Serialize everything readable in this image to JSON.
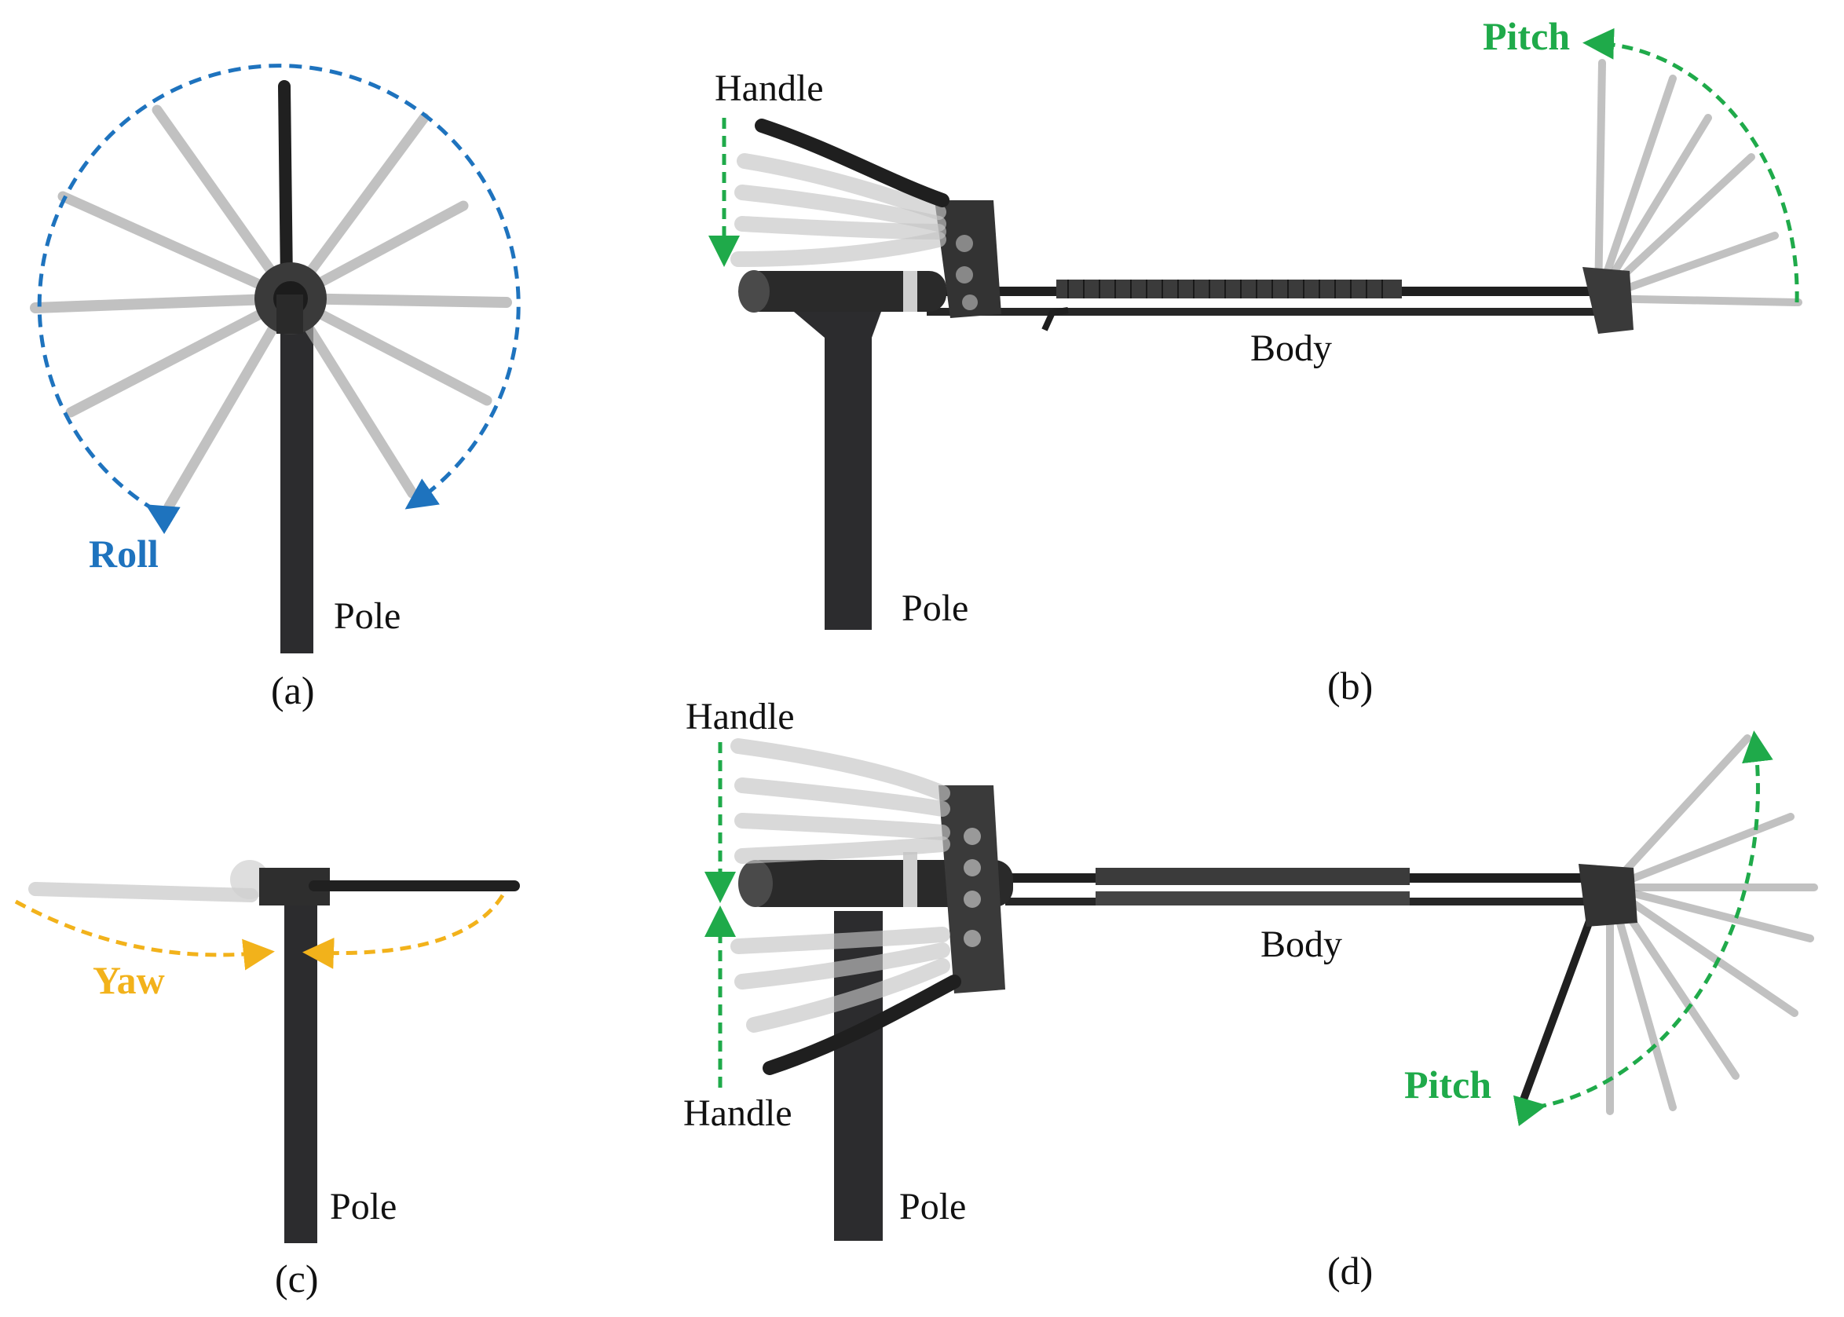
{
  "colors": {
    "roll": "#1E73BE",
    "pitch": "#1FAA4A",
    "yaw": "#F2B21B",
    "dark_metal": "#222222",
    "ghost_metal": "#A8A8A8"
  },
  "panels": {
    "a": {
      "caption": "(a)",
      "pole_label": "Pole",
      "motion_label": "Roll"
    },
    "b": {
      "caption": "(b)",
      "handle_label": "Handle",
      "body_label": "Body",
      "pole_label": "Pole",
      "motion_label": "Pitch"
    },
    "c": {
      "caption": "(c)",
      "pole_label": "Pole",
      "motion_label": "Yaw"
    },
    "d": {
      "caption": "(d)",
      "handle_top_label": "Handle",
      "handle_bottom_label": "Handle",
      "body_label": "Body",
      "pole_label": "Pole",
      "motion_label": "Pitch"
    }
  }
}
